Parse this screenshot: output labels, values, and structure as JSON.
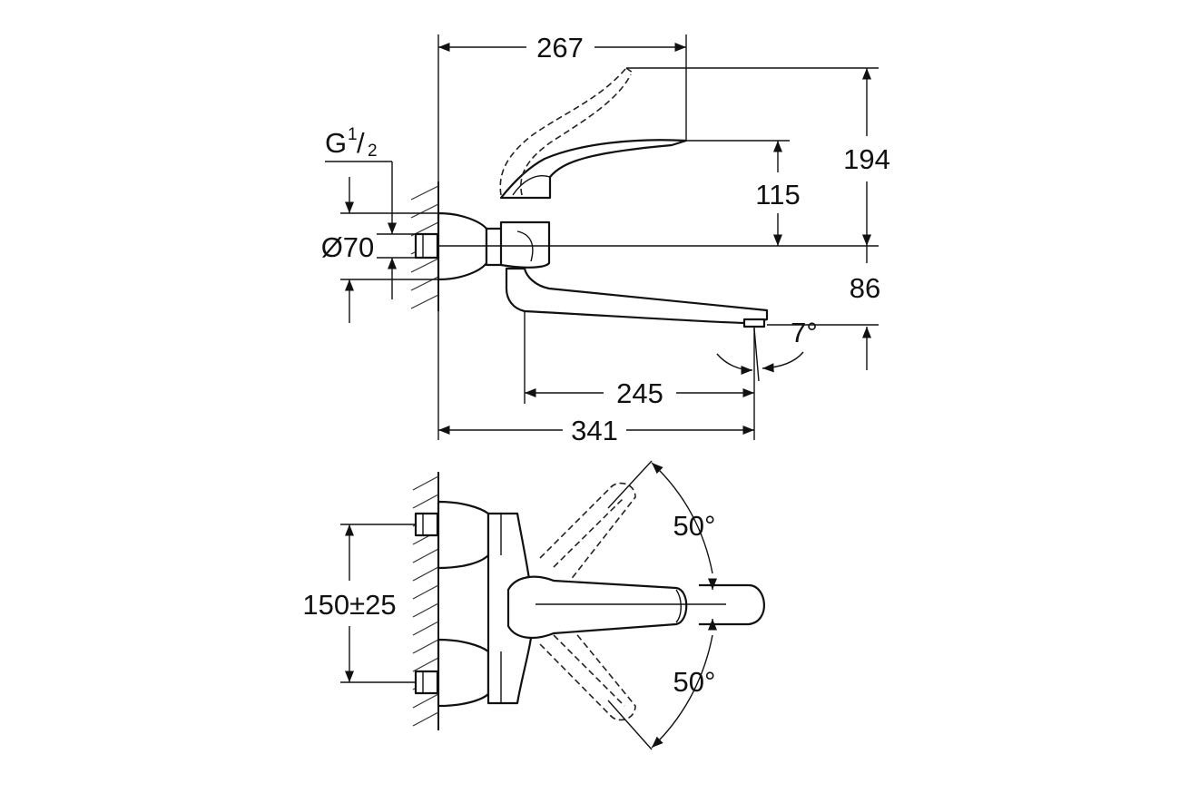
{
  "side_view": {
    "dims": {
      "width_267": "267",
      "height_194": "194",
      "height_115": "115",
      "height_86": "86",
      "angle_7": "7°",
      "length_245": "245",
      "length_341": "341",
      "thread_g": "G",
      "thread_num": "1",
      "thread_slash": "/",
      "thread_den": "2",
      "diameter_70": "Ø70"
    }
  },
  "top_view": {
    "dims": {
      "spacing_150": "150±25",
      "angle_upper": "50°",
      "angle_lower": "50°"
    }
  }
}
